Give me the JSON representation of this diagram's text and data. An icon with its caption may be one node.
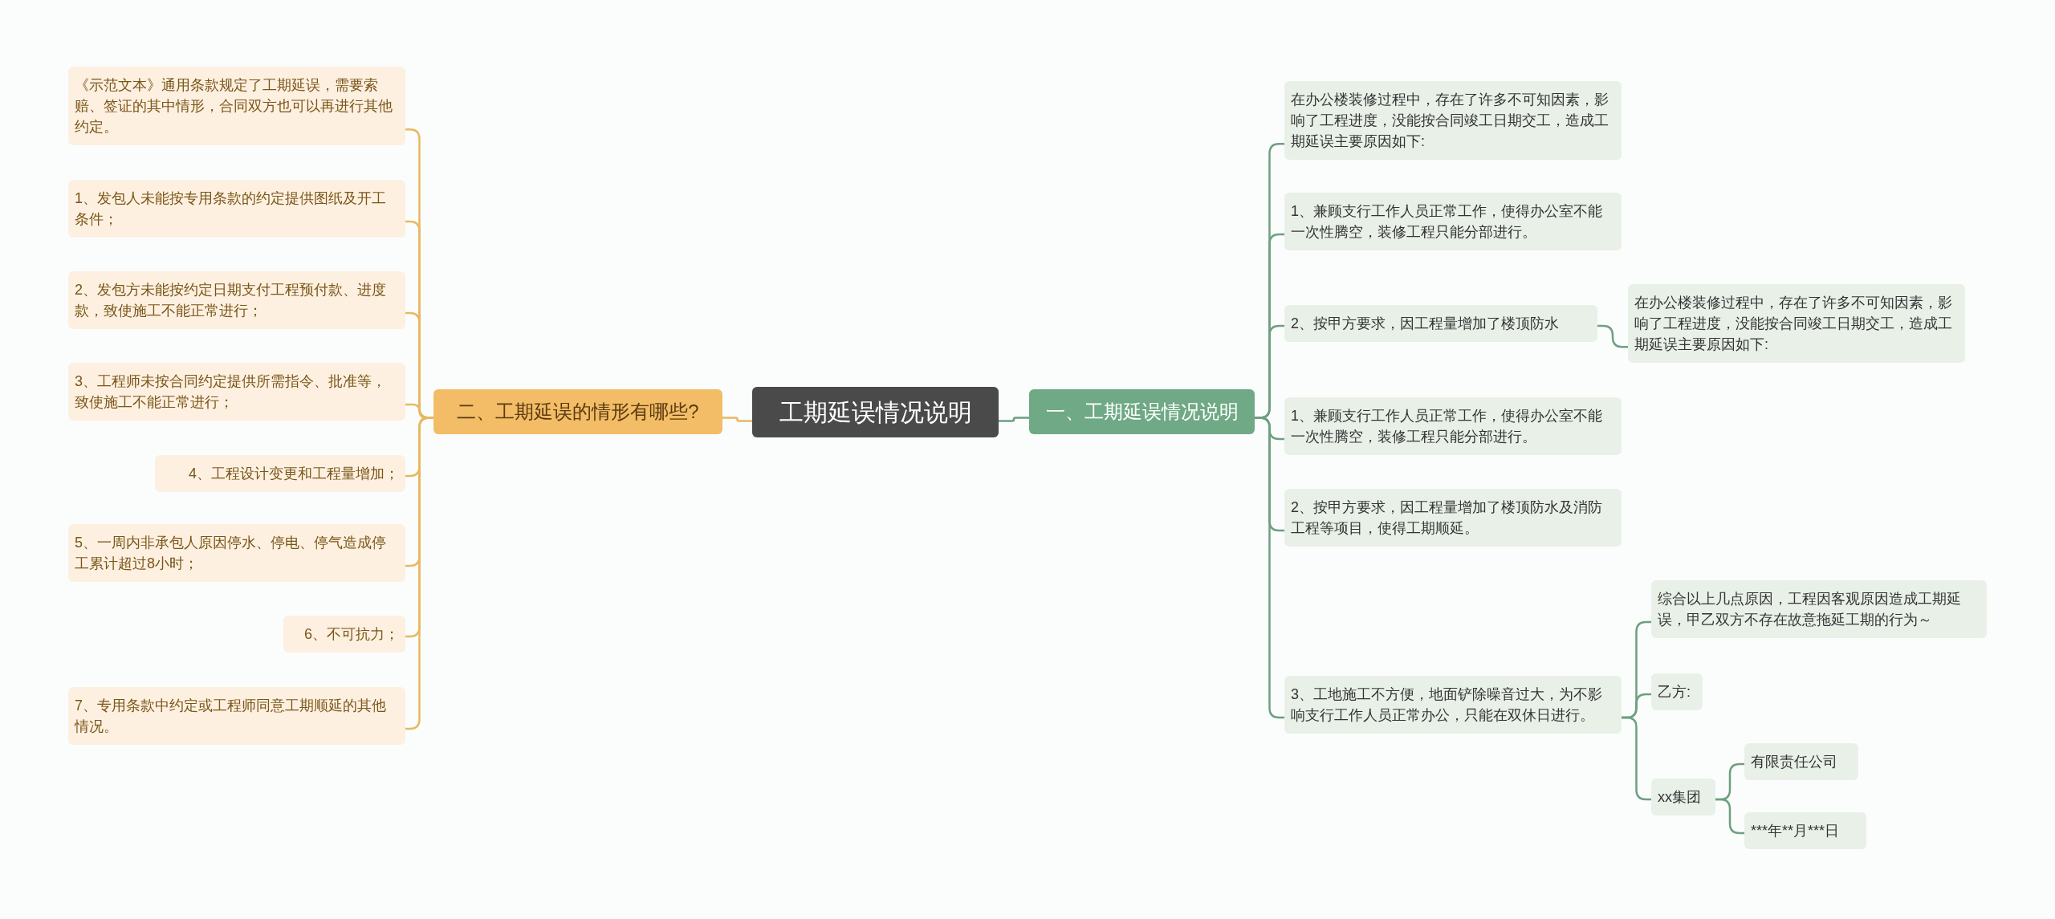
{
  "diagram": {
    "nodes": [
      {
        "text": [
          "工期延误情况说明"
        ]
      },
      {
        "text": [
          "二、工期延误的情形有哪些?"
        ]
      },
      {
        "text": [
          "《示范文本》通用条款规定了工期延误，需要索赔、签证的其中情形，合同双方也可以再进行其他约定。"
        ]
      },
      {
        "text": [
          "1、发包人未能按专用条款的约定提供图纸及开工条件；"
        ]
      },
      {
        "text": [
          "2、发包方未能按约定日期支付工程预付款、进度款，致使施工不能正常进行；"
        ]
      },
      {
        "text": [
          "3、工程师未按合同约定提供所需指令、批准等，致使施工不能正常进行；"
        ]
      },
      {
        "text": [
          "4、工程设计变更和工程量增加；"
        ]
      },
      {
        "text": [
          "5、一周内非承包人原因停水、停电、停气造成停工累计超过8小时；"
        ]
      },
      {
        "text": [
          "6、不可抗力；"
        ]
      },
      {
        "text": [
          "7、专用条款中约定或工程师同意工期顺延的其他情况。"
        ]
      },
      {
        "text": [
          "一、工期延误情况说明"
        ]
      },
      {
        "text": [
          "在办公楼装修过程中，存在了许多不可知因素，影响了工程进度，没能按合同竣工日期交工，造成工期延误主要原因如下:"
        ]
      },
      {
        "text": [
          "1、兼顾支行工作人员正常工作，使得办公室不能一次性腾空，装修工程只能分部进行。"
        ]
      },
      {
        "text": [
          "2、按甲方要求，因工程量增加了楼顶防水"
        ]
      },
      {
        "text": [
          "在办公楼装修过程中，存在了许多不可知因素，影响了工程进度，没能按合同竣工日期交工，造成工期延误主要原因如下:"
        ]
      },
      {
        "text": [
          "1、兼顾支行工作人员正常工作，使得办公室不能一次性腾空，装修工程只能分部进行。"
        ]
      },
      {
        "text": [
          "2、按甲方要求，因工程量增加了楼顶防水及消防工程等项目，使得工期顺延。"
        ]
      },
      {
        "text": [
          "3、工地施工不方便，地面铲除噪音过大，为不影响支行工作人员正常办公，只能在双休日进行。"
        ]
      },
      {
        "text": [
          "综合以上几点原因，工程因客观原因造成工期延误，甲乙双方不存在故意拖延工期的行为～"
        ]
      },
      {
        "text": [
          "乙方:"
        ]
      },
      {
        "text": [
          "xx集团"
        ]
      },
      {
        "text": [
          "有限责任公司"
        ]
      },
      {
        "text": [
          "***年**月***日"
        ]
      }
    ],
    "edges": [
      {
        "from": 0,
        "to": 1,
        "arrow": "none",
        "color": "#e8b862"
      },
      {
        "from": 1,
        "to": 2,
        "arrow": "none",
        "color": "#e8b862"
      },
      {
        "from": 1,
        "to": 3,
        "arrow": "none",
        "color": "#e8b862"
      },
      {
        "from": 1,
        "to": 4,
        "arrow": "none",
        "color": "#e8b862"
      },
      {
        "from": 1,
        "to": 5,
        "arrow": "none",
        "color": "#e8b862"
      },
      {
        "from": 1,
        "to": 6,
        "arrow": "none",
        "color": "#e8b862"
      },
      {
        "from": 1,
        "to": 7,
        "arrow": "none",
        "color": "#e8b862"
      },
      {
        "from": 1,
        "to": 8,
        "arrow": "none",
        "color": "#e8b862"
      },
      {
        "from": 1,
        "to": 9,
        "arrow": "none",
        "color": "#e8b862"
      },
      {
        "from": 0,
        "to": 10,
        "arrow": "none"
      },
      {
        "from": 10,
        "to": 11,
        "arrow": "none"
      },
      {
        "from": 10,
        "to": 12,
        "arrow": "none"
      },
      {
        "from": 10,
        "to": 13,
        "arrow": "none"
      },
      {
        "from": 13,
        "to": 14,
        "arrow": "none"
      },
      {
        "from": 10,
        "to": 15,
        "arrow": "none"
      },
      {
        "from": 10,
        "to": 16,
        "arrow": "none"
      },
      {
        "from": 10,
        "to": 17,
        "arrow": "none"
      },
      {
        "from": 17,
        "to": 18,
        "arrow": "none"
      },
      {
        "from": 17,
        "to": 19,
        "arrow": "none"
      },
      {
        "from": 17,
        "to": 20,
        "arrow": "none"
      },
      {
        "from": 20,
        "to": 21,
        "arrow": "none"
      },
      {
        "from": 20,
        "to": 22,
        "arrow": "none"
      }
    ]
  }
}
